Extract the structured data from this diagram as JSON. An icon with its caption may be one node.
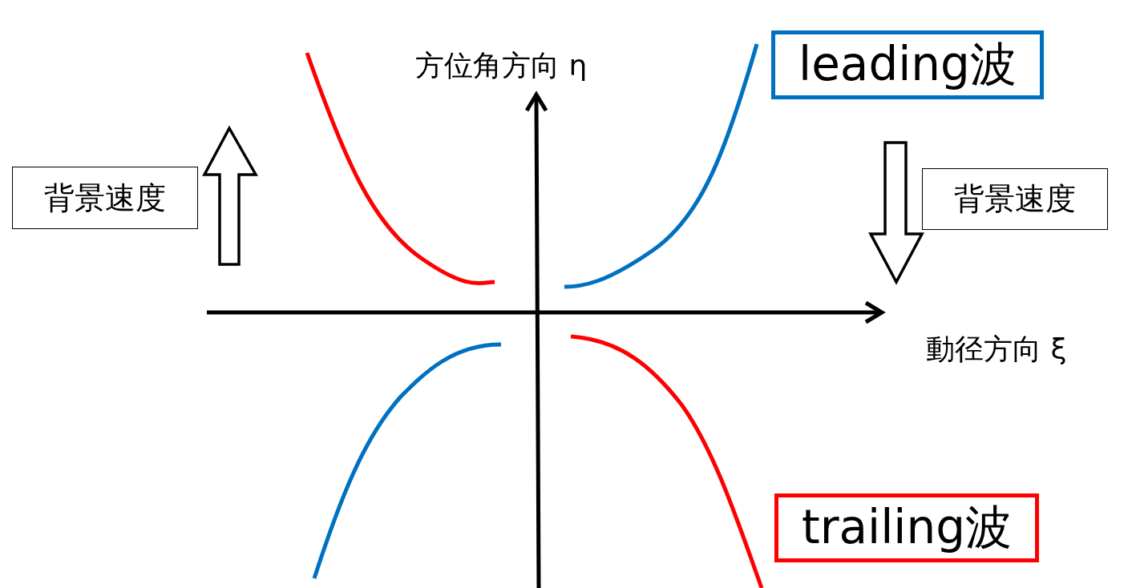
{
  "diagram": {
    "nodes": [
      {
        "text": [
          "leading波"
        ]
      },
      {
        "text": [
          "背景速度"
        ]
      },
      {
        "text": [
          "背景速度"
        ]
      },
      {
        "text": [
          "trailing波"
        ]
      }
    ],
    "labels": [
      "方位角方向 η",
      "動径方向 ξ"
    ]
  }
}
